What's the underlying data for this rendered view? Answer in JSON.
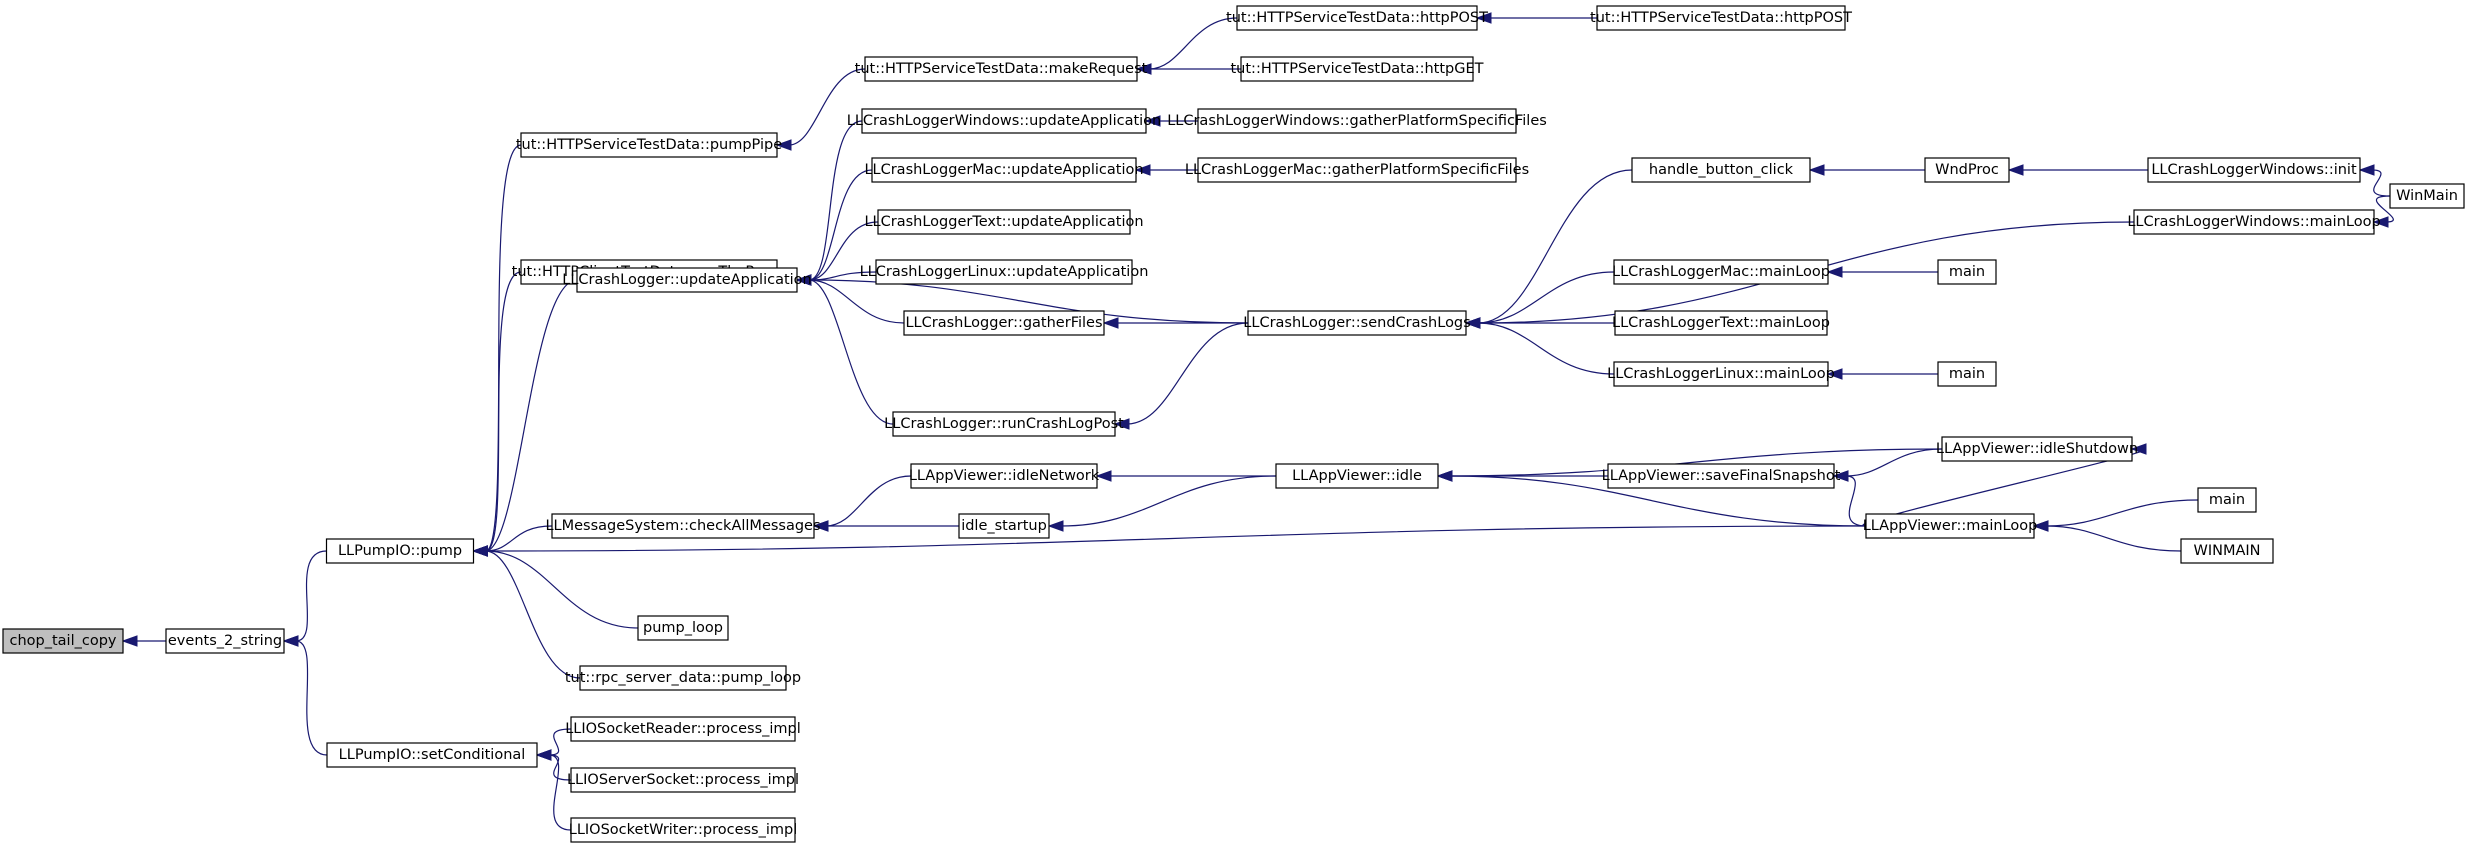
{
  "colors": {
    "edge": "#191970",
    "root_fill": "#bfbfbf",
    "node_fill": "#ffffff",
    "node_border": "#000000"
  },
  "nodes": [
    {
      "id": "n0",
      "label": "chop_tail_copy"
    },
    {
      "id": "n1",
      "label": "events_2_string"
    },
    {
      "id": "n2",
      "label": "LLPumpIO::pump"
    },
    {
      "id": "n3",
      "label": "LLPumpIO::setConditional"
    },
    {
      "id": "n4",
      "label": "tut::HTTPServiceTestData::pumpPipe"
    },
    {
      "id": "n5",
      "label": "tut::HTTPClientTestData::runThePump"
    },
    {
      "id": "n6",
      "label": "LLCrashLogger::updateApplication"
    },
    {
      "id": "n7",
      "label": "LLMessageSystem::checkAllMessages"
    },
    {
      "id": "n8",
      "label": "pump_loop"
    },
    {
      "id": "n9",
      "label": "tut::rpc_server_data::pump_loop"
    },
    {
      "id": "n10",
      "label": "LLIOSocketReader::process_impl"
    },
    {
      "id": "n11",
      "label": "LLIOServerSocket::process_impl"
    },
    {
      "id": "n12",
      "label": "LLIOSocketWriter::process_impl"
    },
    {
      "id": "n13",
      "label": "tut::HTTPServiceTestData::makeRequest"
    },
    {
      "id": "n14",
      "label": "LLCrashLoggerWindows::updateApplication"
    },
    {
      "id": "n15",
      "label": "LLCrashLoggerMac::updateApplication"
    },
    {
      "id": "n16",
      "label": "LLCrashLoggerText::updateApplication"
    },
    {
      "id": "n17",
      "label": "LLCrashLoggerLinux::updateApplication"
    },
    {
      "id": "n18",
      "label": "LLCrashLogger::gatherFiles"
    },
    {
      "id": "n19",
      "label": "LLCrashLogger::runCrashLogPost"
    },
    {
      "id": "n20",
      "label": "LLAppViewer::idleNetwork"
    },
    {
      "id": "n21",
      "label": "idle_startup"
    },
    {
      "id": "n22",
      "label": "tut::HTTPServiceTestData::httpPOST"
    },
    {
      "id": "n23",
      "label": "tut::HTTPServiceTestData::httpGET"
    },
    {
      "id": "n24",
      "label": "LLCrashLoggerWindows::gatherPlatformSpecificFiles"
    },
    {
      "id": "n25",
      "label": "LLCrashLoggerMac::gatherPlatformSpecificFiles"
    },
    {
      "id": "n26",
      "label": "LLCrashLogger::sendCrashLogs"
    },
    {
      "id": "n27",
      "label": "LLAppViewer::idle"
    },
    {
      "id": "n28",
      "label": "tut::HTTPServiceTestData::httpPOST"
    },
    {
      "id": "n29",
      "label": "handle_button_click"
    },
    {
      "id": "n30",
      "label": "LLCrashLoggerMac::mainLoop"
    },
    {
      "id": "n31",
      "label": "LLCrashLoggerText::mainLoop"
    },
    {
      "id": "n32",
      "label": "LLCrashLoggerLinux::mainLoop"
    },
    {
      "id": "n33",
      "label": "LLAppViewer::saveFinalSnapshot"
    },
    {
      "id": "n34",
      "label": "LLAppViewer::mainLoop"
    },
    {
      "id": "n35",
      "label": "WndProc"
    },
    {
      "id": "n36",
      "label": "main"
    },
    {
      "id": "n37",
      "label": "main"
    },
    {
      "id": "n38",
      "label": "LLAppViewer::idleShutdown"
    },
    {
      "id": "n39",
      "label": "main"
    },
    {
      "id": "n40",
      "label": "WINMAIN"
    },
    {
      "id": "n41",
      "label": "LLCrashLoggerWindows::init"
    },
    {
      "id": "n42",
      "label": "LLCrashLoggerWindows::mainLoop"
    },
    {
      "id": "n43",
      "label": "WinMain"
    }
  ],
  "edges": [
    {
      "from": "n1",
      "to": "n0"
    },
    {
      "from": "n2",
      "to": "n1"
    },
    {
      "from": "n3",
      "to": "n1"
    },
    {
      "from": "n4",
      "to": "n2"
    },
    {
      "from": "n5",
      "to": "n2"
    },
    {
      "from": "n6",
      "to": "n2"
    },
    {
      "from": "n7",
      "to": "n2"
    },
    {
      "from": "n8",
      "to": "n2"
    },
    {
      "from": "n9",
      "to": "n2"
    },
    {
      "from": "n34",
      "to": "n2"
    },
    {
      "from": "n10",
      "to": "n3"
    },
    {
      "from": "n11",
      "to": "n3"
    },
    {
      "from": "n12",
      "to": "n3"
    },
    {
      "from": "n13",
      "to": "n4"
    },
    {
      "from": "n22",
      "to": "n13"
    },
    {
      "from": "n23",
      "to": "n13"
    },
    {
      "from": "n28",
      "to": "n22"
    },
    {
      "from": "n14",
      "to": "n6"
    },
    {
      "from": "n15",
      "to": "n6"
    },
    {
      "from": "n16",
      "to": "n6"
    },
    {
      "from": "n17",
      "to": "n6"
    },
    {
      "from": "n18",
      "to": "n6"
    },
    {
      "from": "n19",
      "to": "n6"
    },
    {
      "from": "n26",
      "to": "n6"
    },
    {
      "from": "n24",
      "to": "n14"
    },
    {
      "from": "n25",
      "to": "n15"
    },
    {
      "from": "n26",
      "to": "n18"
    },
    {
      "from": "n26",
      "to": "n19"
    },
    {
      "from": "n29",
      "to": "n26"
    },
    {
      "from": "n42",
      "to": "n26"
    },
    {
      "from": "n30",
      "to": "n26"
    },
    {
      "from": "n31",
      "to": "n26"
    },
    {
      "from": "n32",
      "to": "n26"
    },
    {
      "from": "n35",
      "to": "n29"
    },
    {
      "from": "n41",
      "to": "n35"
    },
    {
      "from": "n43",
      "to": "n41"
    },
    {
      "from": "n43",
      "to": "n42"
    },
    {
      "from": "n36",
      "to": "n30"
    },
    {
      "from": "n37",
      "to": "n32"
    },
    {
      "from": "n20",
      "to": "n7"
    },
    {
      "from": "n21",
      "to": "n7"
    },
    {
      "from": "n27",
      "to": "n20"
    },
    {
      "from": "n27",
      "to": "n21"
    },
    {
      "from": "n33",
      "to": "n27"
    },
    {
      "from": "n38",
      "to": "n27"
    },
    {
      "from": "n34",
      "to": "n27"
    },
    {
      "from": "n38",
      "to": "n33"
    },
    {
      "from": "n34",
      "to": "n33"
    },
    {
      "from": "n34",
      "to": "n38"
    },
    {
      "from": "n39",
      "to": "n34"
    },
    {
      "from": "n40",
      "to": "n34"
    }
  ]
}
